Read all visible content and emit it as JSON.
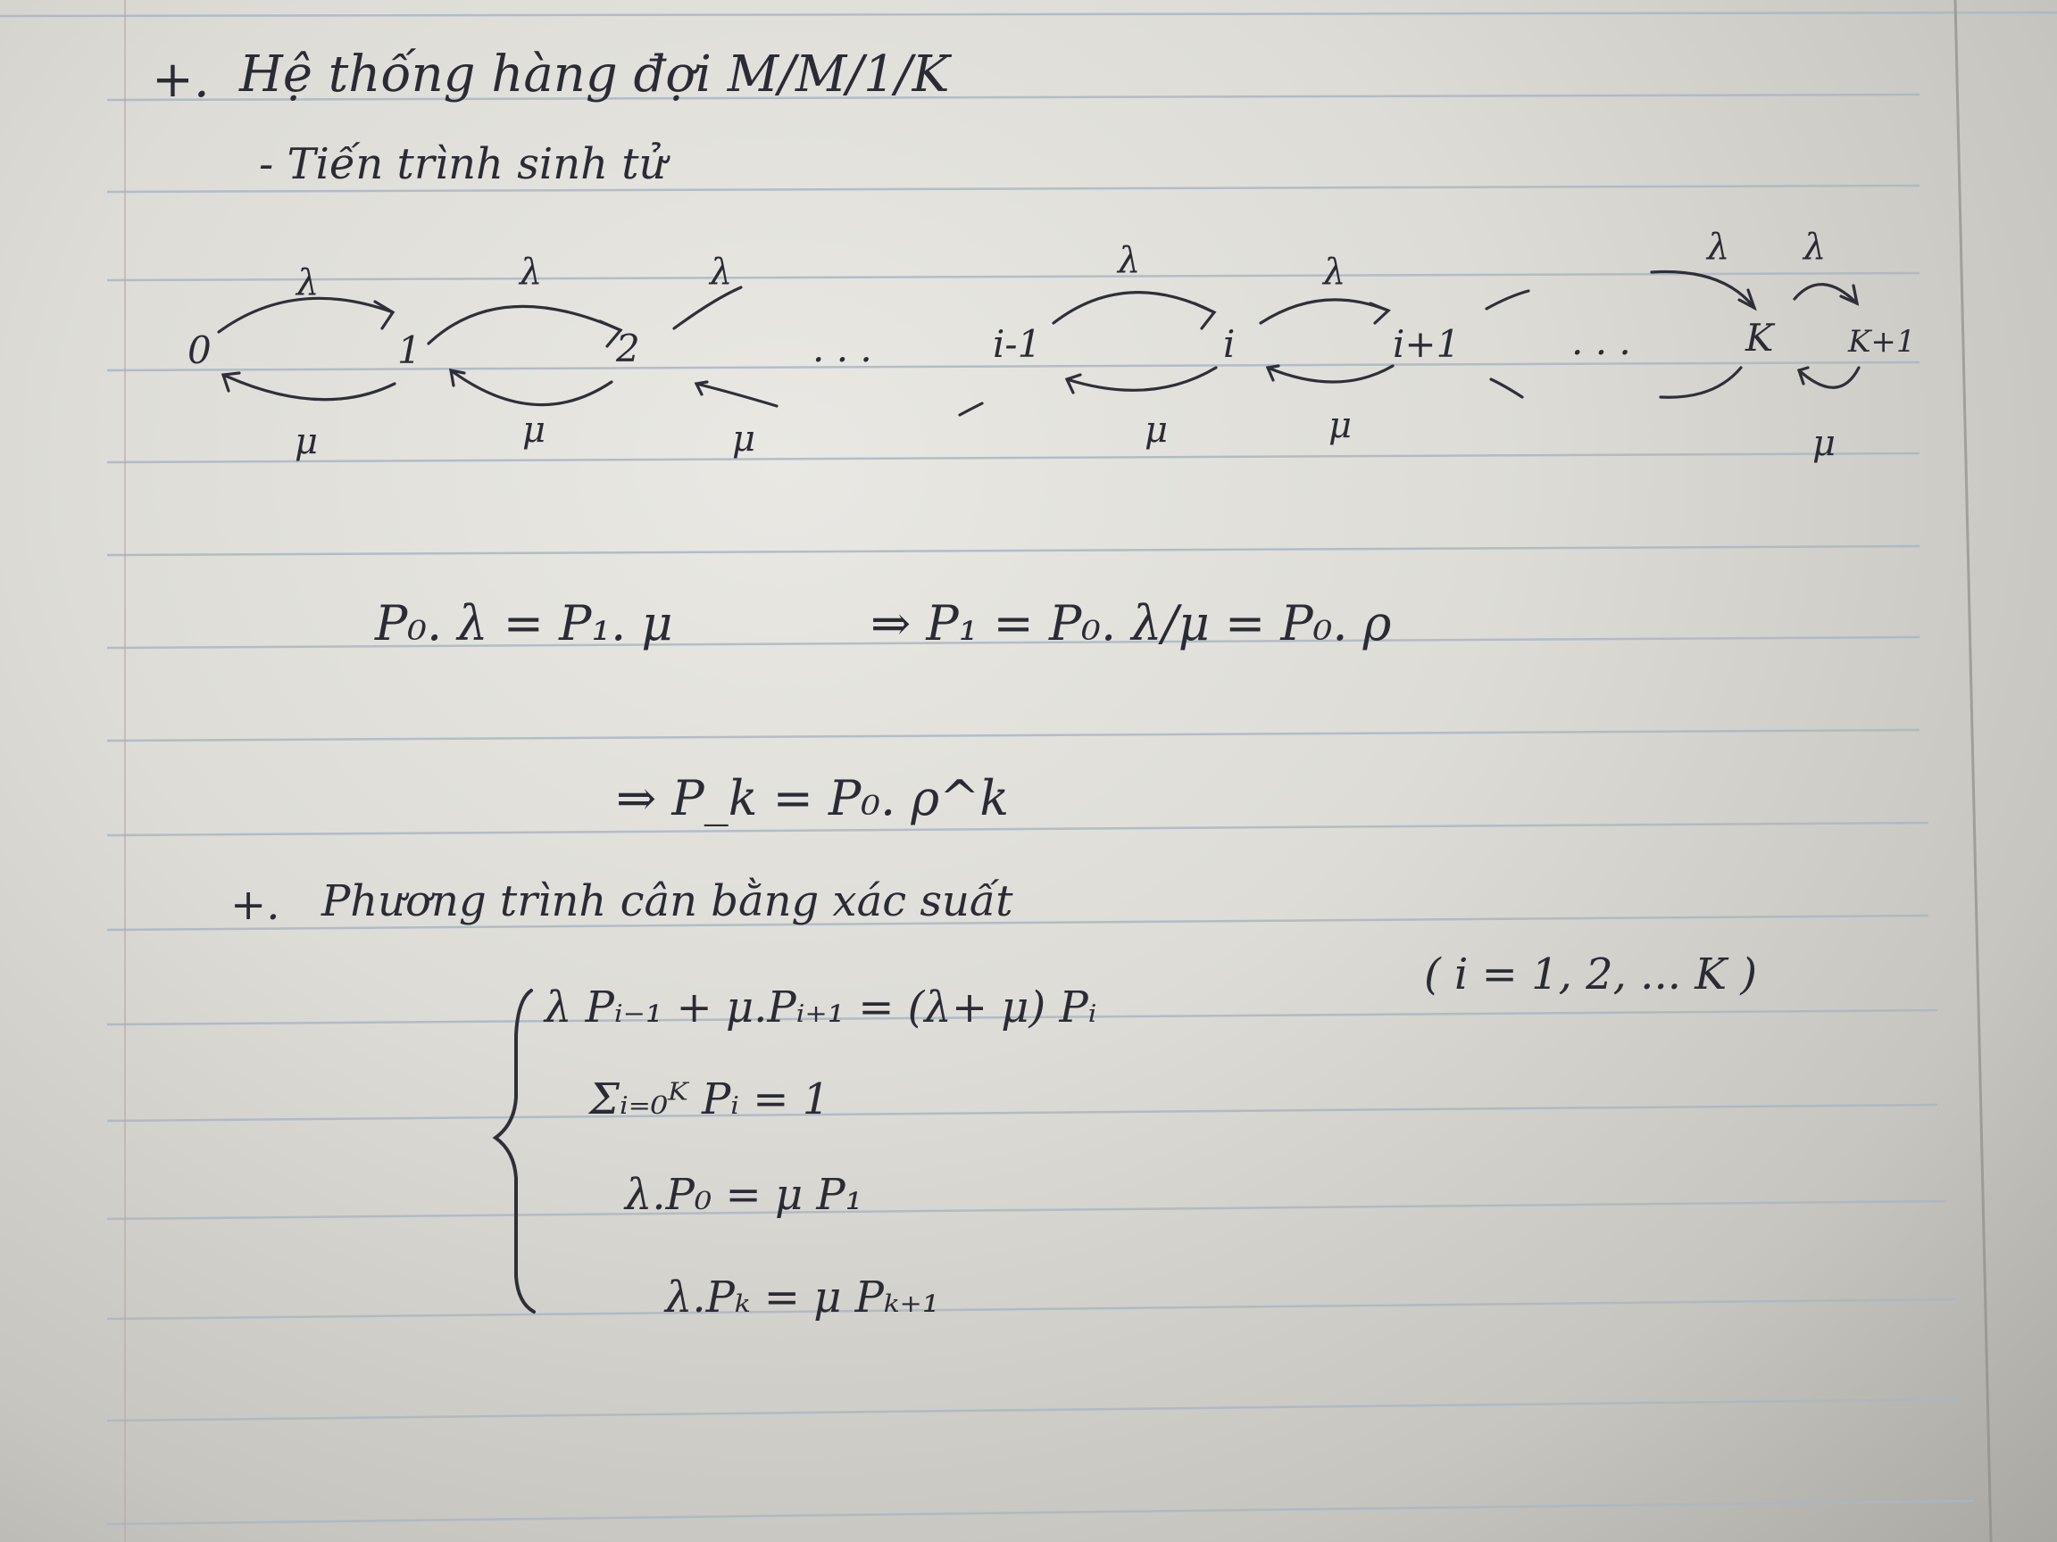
{
  "heading": {
    "bullet": "+.",
    "title": "Hệ thống hàng đợi M/M/1/K"
  },
  "subheading": "- Tiến trình sinh tử",
  "diagram": {
    "states": {
      "s0": "0",
      "s1": "1",
      "s2": "2",
      "dots1": ". . .",
      "si_minus": "i-1",
      "si": "i",
      "si_plus": "i+1",
      "dots2": ". . .",
      "sk": "K",
      "sk_plus": "K+1"
    },
    "arrival_rate": "λ",
    "service_rate": "μ"
  },
  "equations": {
    "eq1_left": "P₀. λ = P₁. μ",
    "eq1_right": "⇒ P₁ = P₀. λ/μ = P₀. ρ",
    "eq2": "⇒   P_k = P₀. ρ^k"
  },
  "section2": {
    "bullet": "+.",
    "title": "Phương trình cân bằng xác suất"
  },
  "balance_system": {
    "line1": "λ Pᵢ₋₁ + μ.Pᵢ₊₁ = (λ+ μ) Pᵢ",
    "line1_condition": "( i = 1, 2, ... K )",
    "line2": "Σᵢ₌₀ᴷ Pᵢ = 1",
    "line3": "λ.P₀ = μ P₁",
    "line4": "λ.Pₖ = μ Pₖ₊₁"
  }
}
